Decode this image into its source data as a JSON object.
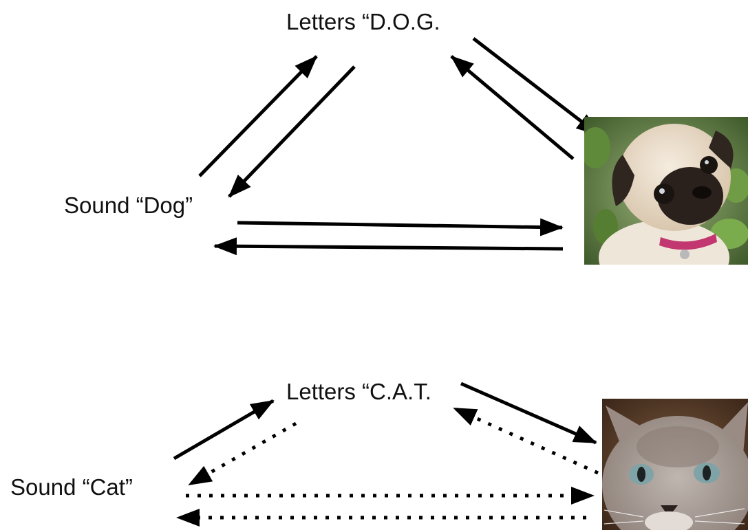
{
  "dog": {
    "letters_label": "Letters “D.O.G.",
    "sound_label": "Sound “Dog”",
    "image_subject": "pug dog photo"
  },
  "cat": {
    "letters_label": "Letters “C.A.T.",
    "sound_label": "Sound “Cat”",
    "image_subject": "cat face photo"
  },
  "style": {
    "arrow_color": "#000000",
    "solid_relation": "solid arrow",
    "dotted_relation": "dotted arrow"
  }
}
